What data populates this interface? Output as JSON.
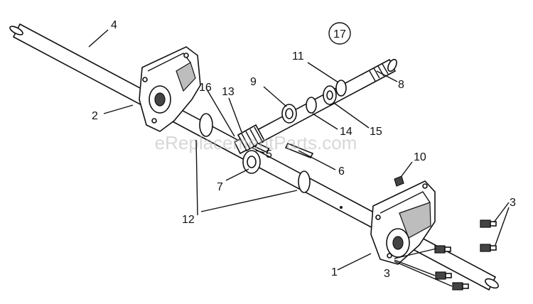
{
  "diagram": {
    "watermark": "eReplacementParts.com",
    "section_number": "17",
    "callouts": [
      {
        "id": "c4",
        "text": "4"
      },
      {
        "id": "c2",
        "text": "2"
      },
      {
        "id": "c16",
        "text": "16"
      },
      {
        "id": "c13",
        "text": "13"
      },
      {
        "id": "c9",
        "text": "9"
      },
      {
        "id": "c11",
        "text": "11"
      },
      {
        "id": "c8",
        "text": "8"
      },
      {
        "id": "c14",
        "text": "14"
      },
      {
        "id": "c15",
        "text": "15"
      },
      {
        "id": "c5",
        "text": "5"
      },
      {
        "id": "c6",
        "text": "6"
      },
      {
        "id": "c7",
        "text": "7"
      },
      {
        "id": "c10",
        "text": "10"
      },
      {
        "id": "c12",
        "text": "12"
      },
      {
        "id": "c3a",
        "text": "3"
      },
      {
        "id": "c1",
        "text": "1"
      },
      {
        "id": "c3b",
        "text": "3"
      }
    ]
  }
}
